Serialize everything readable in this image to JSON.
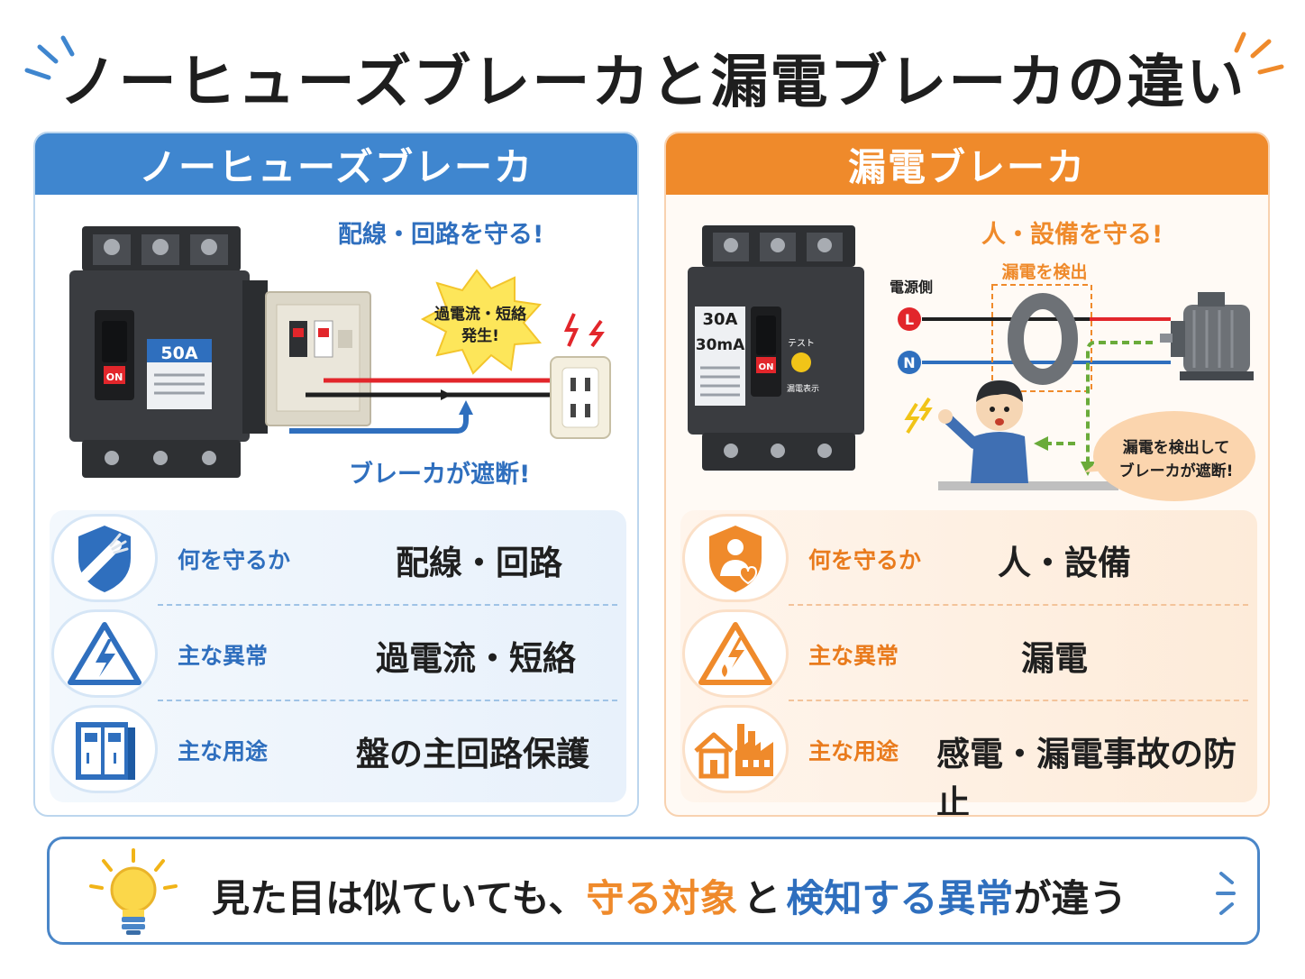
{
  "title": "ノーヒューズブレーカと漏電ブレーカの違い",
  "left": {
    "header": "ノーヒューズブレーカ",
    "breaker_rating": "50A",
    "breaker_on": "ON",
    "caption_top": "配線・回路を守る!",
    "burst_line1": "過電流・短絡",
    "burst_line2": "発生!",
    "caption_bottom": "ブレーカが遮断!",
    "rows": [
      {
        "label": "何を守るか",
        "value": "配線・回路"
      },
      {
        "label": "主な異常",
        "value": "過電流・短絡"
      },
      {
        "label": "主な用途",
        "value": "盤の主回路保護"
      }
    ]
  },
  "right": {
    "header": "漏電ブレーカ",
    "breaker_rating": "30A",
    "breaker_sens": "30mA",
    "breaker_on": "ON",
    "test_label": "テスト",
    "leak_display": "漏電表示",
    "caption_top": "人・設備を守る!",
    "detect_label": "漏電を検出",
    "source_side": "電源側",
    "line_l": "L",
    "line_n": "N",
    "bubble_line1": "漏電を検出して",
    "bubble_line2": "ブレーカが遮断!",
    "rows": [
      {
        "label": "何を守るか",
        "value": "人・設備"
      },
      {
        "label": "主な異常",
        "value": "漏電"
      },
      {
        "label": "主な用途",
        "value": "感電・漏電事故の防止"
      }
    ]
  },
  "bottom": {
    "part1": "見た目は似ていても、",
    "hl1": "守る対象",
    "part2": "と",
    "hl2": "検知する異常",
    "part3": "が違う"
  },
  "colors": {
    "blue": "#3f86cf",
    "orange": "#ef8a2b"
  }
}
